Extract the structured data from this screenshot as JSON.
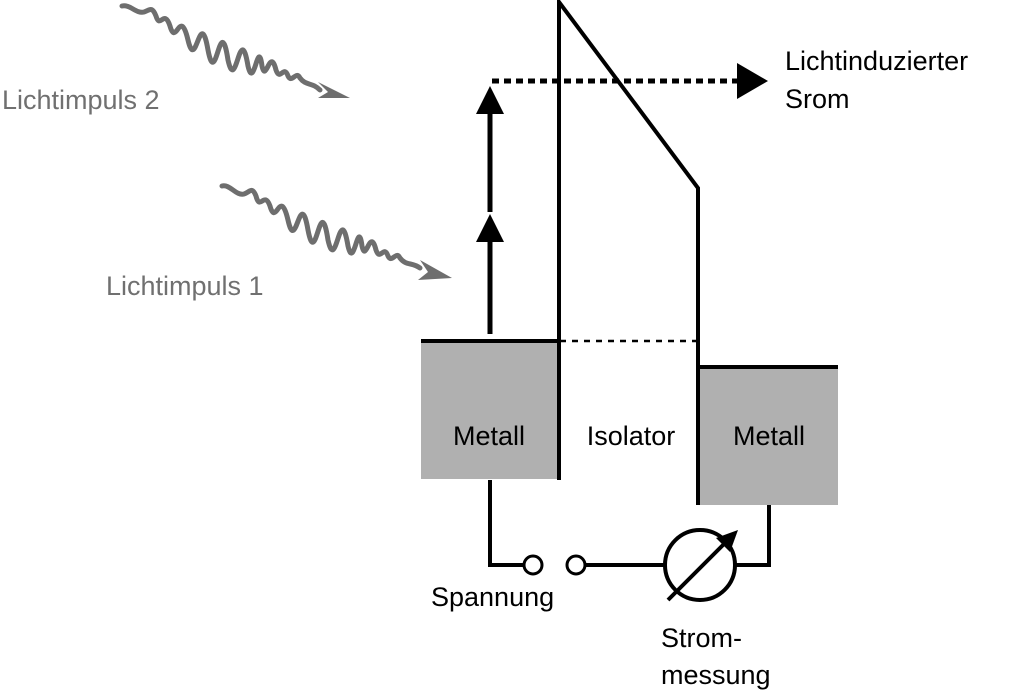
{
  "diagram": {
    "title": "",
    "colors": {
      "line": "#000000",
      "metal_fill": "#b0b0b0",
      "pulse": "#6e6e6e",
      "background": "#ffffff"
    },
    "pulses": [
      {
        "label": "Lichtimpuls 2",
        "icon": "light-pulse-wave-icon"
      },
      {
        "label": "Lichtimpuls 1",
        "icon": "light-pulse-wave-icon"
      }
    ],
    "output": {
      "line1": "Lichtinduzierter",
      "line2": "Srom",
      "icon": "dotted-arrow-right-icon"
    },
    "regions": {
      "left_metal": "Metall",
      "insulator": "Isolator",
      "right_metal": "Metall"
    },
    "circuit": {
      "voltage": "Spannung",
      "current_line1": "Strom-",
      "current_line2": "messung",
      "meter_icon": "ammeter-icon",
      "terminals_icon": "voltage-terminals-icon"
    }
  }
}
